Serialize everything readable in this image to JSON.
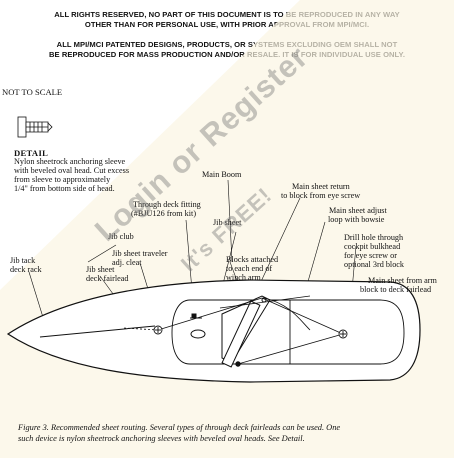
{
  "notice": {
    "line1a": "ALL RIGHTS RESERVED, NO PART OF THIS DOCUMENT IS TO BE REPRODUCED IN ANY WAY",
    "line1b": "OTHER THAN FOR PERSONAL USE, WITH PRIOR APPROVAL FROM MPI/MCI.",
    "line2a": "ALL MPI/MCI PATENTED DESIGNS, PRODUCTS, OR SYSTEMS EXCLUDING OEM SHALL NOT",
    "line2b": "BE REPRODUCED FOR MASS PRODUCTION AND/OR RESALE. IT IS FOR INDIVIDUAL USE ONLY."
  },
  "scale_note": "NOT TO SCALE",
  "detail": {
    "title": "DETAIL",
    "lines": [
      "Nylon sheetrock anchoring sleeve",
      "with beveled oval head. Cut excess",
      "from sleeve to approximately",
      "1/4\" from bottom side of head."
    ]
  },
  "labels": {
    "main_boom": "Main Boom",
    "main_sheet_return_1": "Main sheet return",
    "main_sheet_return_2": "to block from eye screw",
    "through_deck_1": "Through deck fitting",
    "through_deck_2": "(#BJU126 from kit)",
    "jib_sheet": "Jib sheet",
    "jib_club": "Jib club",
    "jib_traveler_1": "Jib sheet traveler",
    "jib_traveler_2": "adj. cleat",
    "jib_tack_1": "Jib tack",
    "jib_tack_2": "deck rack",
    "jib_deck_fairlead_1": "Jib sheet",
    "jib_deck_fairlead_2": "deck fairlead",
    "blocks_1": "Blocks attached",
    "blocks_2": "to each end of",
    "blocks_3": "winch arm",
    "main_adjust_1": "Main sheet adjust",
    "main_adjust_2": "loop with bowsie",
    "drill_1": "Drill hole through",
    "drill_2": "cockpit bulkhead",
    "drill_3": "for eye screw or",
    "drill_4": "optional 3rd block",
    "main_from_arm_1": "Main sheet from arm",
    "main_from_arm_2": "block to deck fairlead"
  },
  "caption": {
    "line1": "Figure 3. Recommended sheet routing. Several types of through deck fairleads can be used. One",
    "line2": "such device is nylon sheetrock anchoring sleeves with beveled oval heads. See Detail."
  },
  "watermark": {
    "main": "Login or Register",
    "sub": "It's FREE!"
  }
}
